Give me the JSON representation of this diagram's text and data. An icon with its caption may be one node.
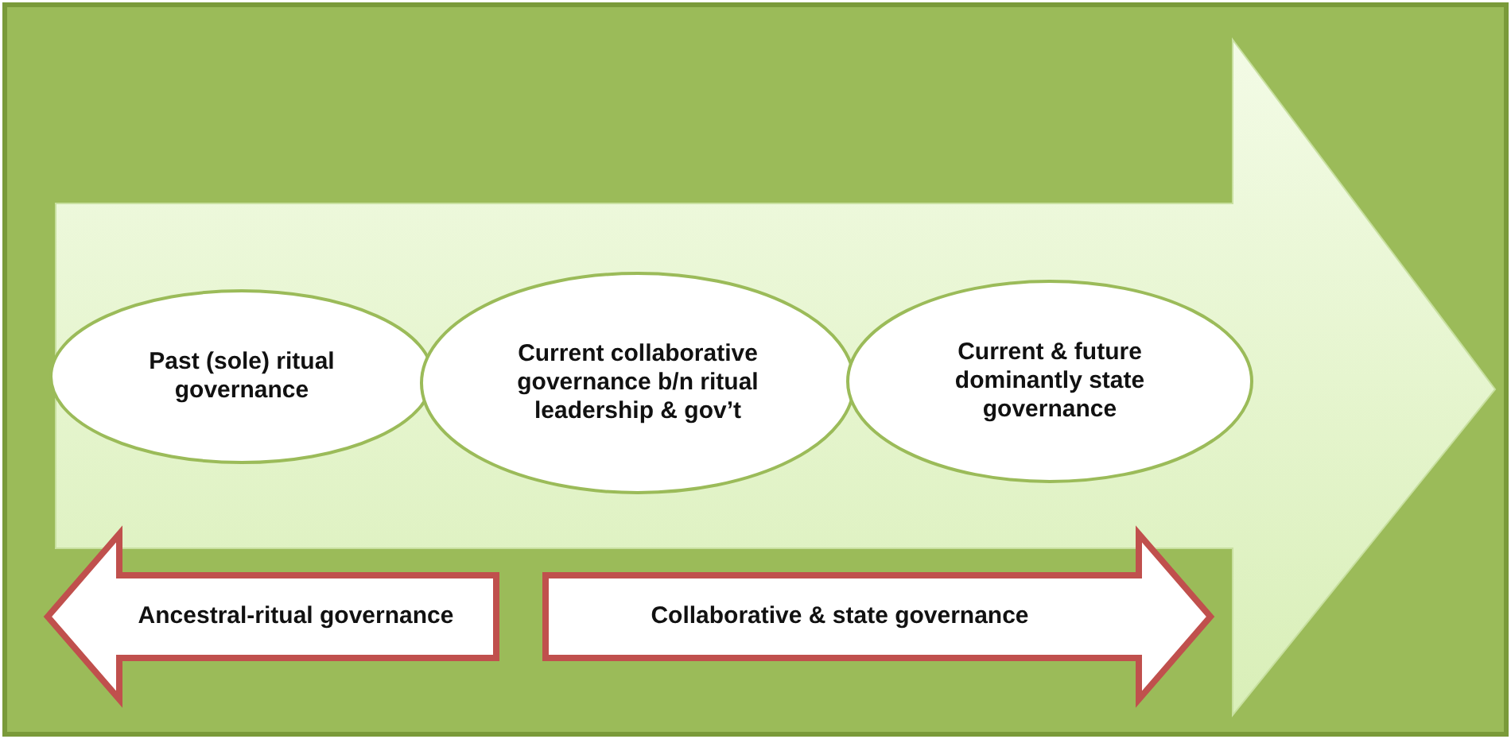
{
  "diagram": {
    "nodes": [
      {
        "text": [
          "Past (sole) ritual governance"
        ]
      },
      {
        "text": [
          "Current collaborative governance b/n ritual leadership & gov’t"
        ]
      },
      {
        "text": [
          "Current & future dominantly state governance"
        ]
      },
      {
        "text": [
          "Ancestral-ritual governance"
        ]
      },
      {
        "text": [
          "Collaborative & state governance"
        ]
      }
    ],
    "edges": []
  }
}
